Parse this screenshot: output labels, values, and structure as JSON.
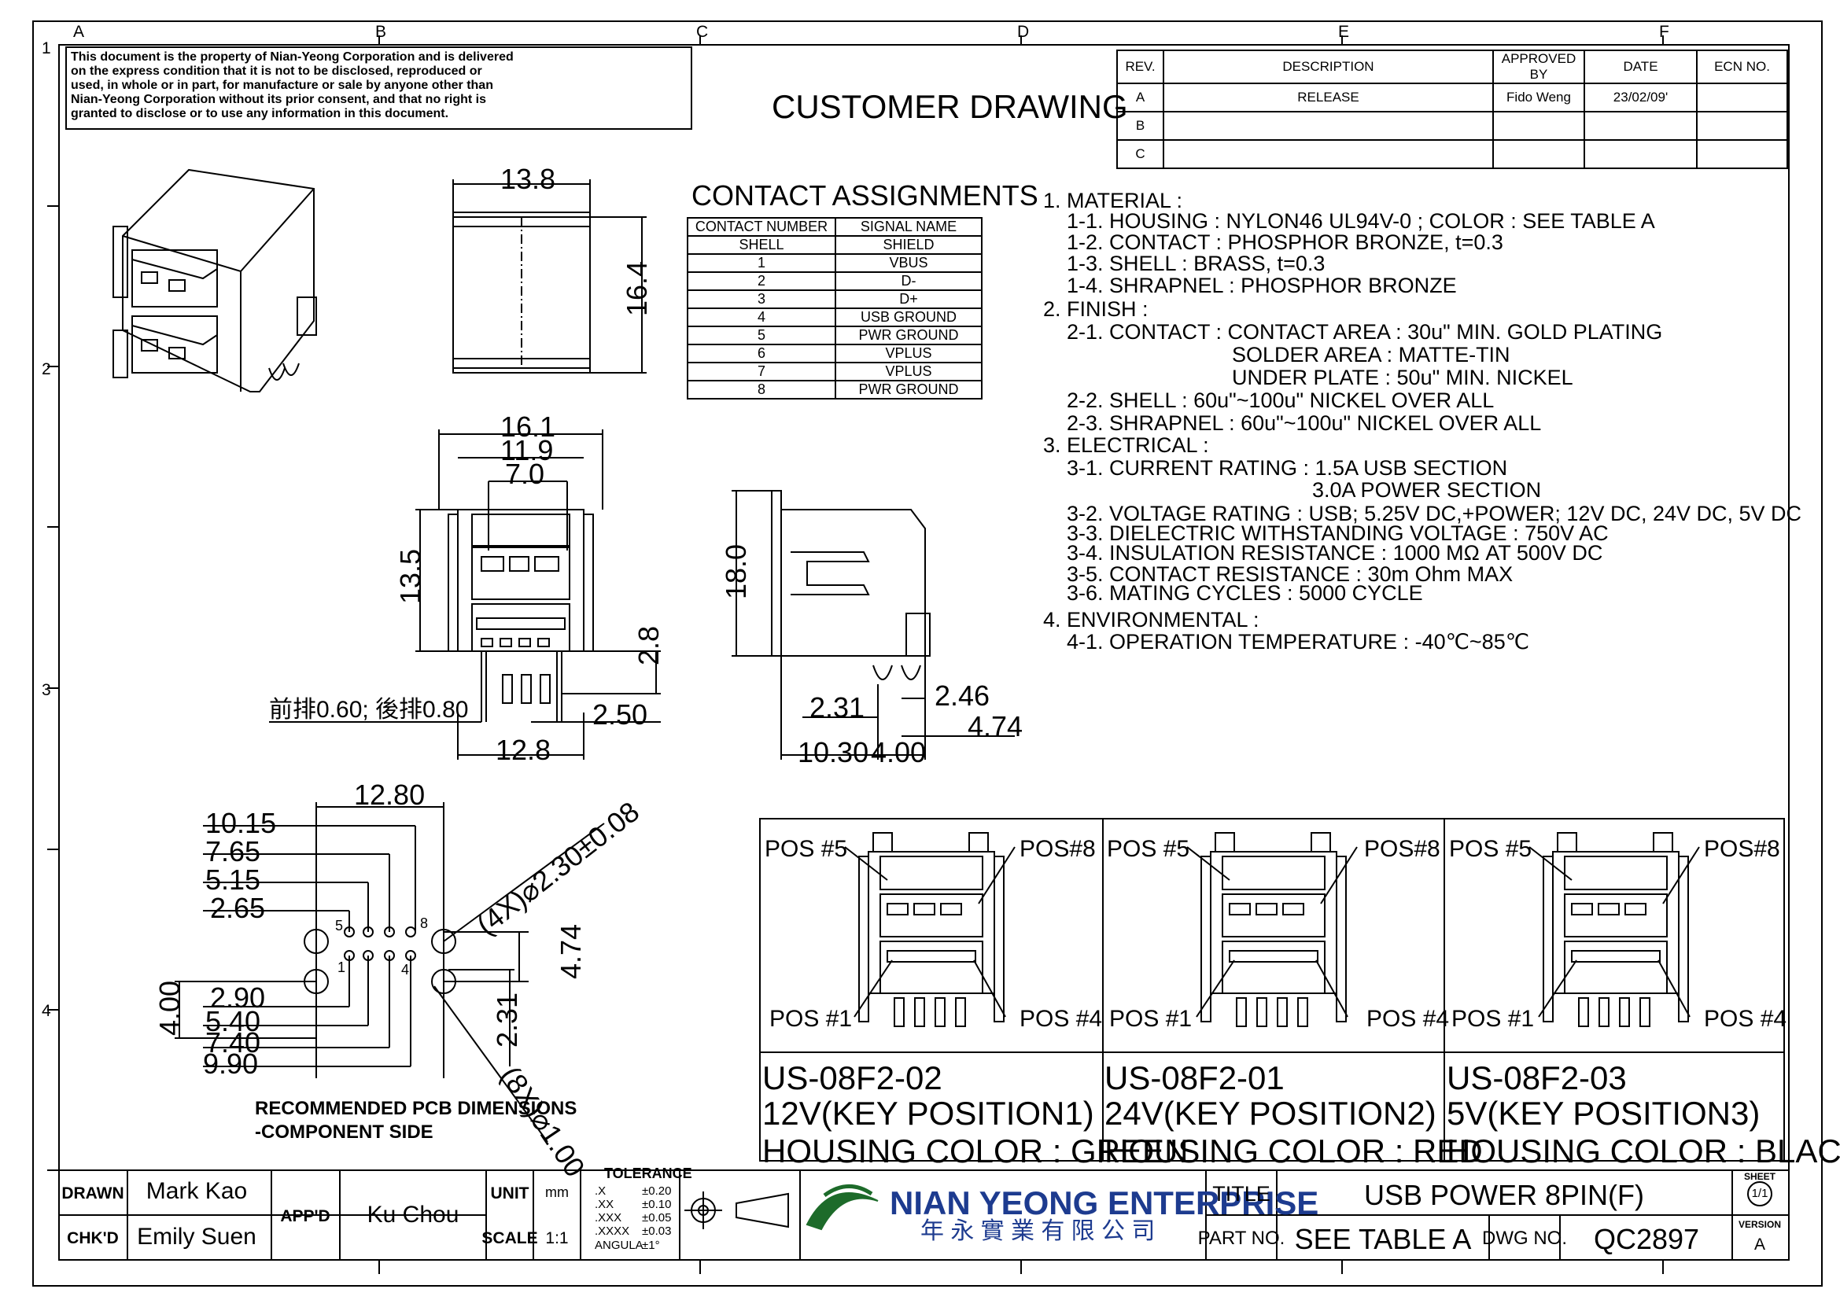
{
  "border": {
    "columns": [
      "A",
      "B",
      "C",
      "D",
      "E",
      "F"
    ],
    "rows": [
      "1",
      "2",
      "3",
      "4"
    ]
  },
  "disclaimer": [
    "This document is the property of Nian-Yeong Corporation and is delivered",
    "on  the  express condition that it is not to be disclosed, reproduced or",
    "used, in whole or in part, for manufacture or sale by anyone other than",
    "Nian-Yeong Corporation without  its prior consent, and that  no right  is",
    "granted to disclose or to use any information in this  document."
  ],
  "heading": "CUSTOMER  DRAWING",
  "revision_table": {
    "headers": [
      "REV.",
      "DESCRIPTION",
      "APPROVED BY",
      "DATE",
      "ECN NO."
    ],
    "rows": [
      {
        "rev": "A",
        "description": "RELEASE",
        "approved": "Fido Weng",
        "date": "23/02/09'",
        "ecn": ""
      },
      {
        "rev": "B",
        "description": "",
        "approved": "",
        "date": "",
        "ecn": ""
      },
      {
        "rev": "C",
        "description": "",
        "approved": "",
        "date": "",
        "ecn": ""
      }
    ]
  },
  "contact_assignments": {
    "title": "CONTACT  ASSIGNMENTS",
    "headers": [
      "CONTACT NUMBER",
      "SIGNAL NAME"
    ],
    "rows": [
      [
        "SHELL",
        "SHIELD"
      ],
      [
        "1",
        "VBUS"
      ],
      [
        "2",
        "D-"
      ],
      [
        "3",
        "D+"
      ],
      [
        "4",
        "USB GROUND"
      ],
      [
        "5",
        "PWR GROUND"
      ],
      [
        "6",
        "VPLUS"
      ],
      [
        "7",
        "VPLUS"
      ],
      [
        "8",
        "PWR GROUND"
      ]
    ]
  },
  "notes": [
    "1.  MATERIAL  :",
    "1-1.  HOUSING  :  NYLON46  UL94V-0  ;  COLOR  :  SEE  TABLE  A",
    "1-2.  CONTACT  :  PHOSPHOR  BRONZE,  t=0.3",
    "1-3.  SHELL  :  BRASS,  t=0.3",
    "1-4.  SHRAPNEL  :  PHOSPHOR  BRONZE",
    "2.  FINISH  :",
    "2-1.  CONTACT  :  CONTACT  AREA  :  30u\"  MIN.  GOLD  PLATING",
    "SOLDER  AREA  :  MATTE-TIN",
    "UNDER  PLATE  :  50u\"  MIN.  NICKEL",
    "2-2.  SHELL  :  60u\"~100u\"  NICKEL  OVER  ALL",
    "2-3.  SHRAPNEL  :  60u\"~100u\"  NICKEL  OVER  ALL",
    "3.  ELECTRICAL  :",
    "3-1.  CURRENT  RATING  :  1.5A  USB  SECTION",
    "3.0A  POWER  SECTION",
    "3-2.  VOLTAGE  RATING  :  USB;  5.25V  DC,+POWER;  12V  DC,  24V  DC,  5V  DC",
    "3-3.  DIELECTRIC  WITHSTANDING  VOLTAGE  :  750V  AC",
    "3-4.  INSULATION  RESISTANCE  :  1000  MΩ AT  500V  DC",
    "3-5.  CONTACT  RESISTANCE  :  30m  Ohm  MAX",
    "3-6.  MATING  CYCLES  :  5000  CYCLE",
    "4.  ENVIRONMENTAL  :",
    "4-1.  OPERATION  TEMPERATURE  :  -40℃~85℃"
  ],
  "dimensions": {
    "top_width": "13.8",
    "top_height": "16.4",
    "front_w1": "16.1",
    "front_w2": "11.9",
    "front_w3": "7.0",
    "front_h": "13.5",
    "front_pin": "2.8",
    "front_bottom": "12.8",
    "front_pitch": "2.50",
    "pin_note": "前排0.60;  後排0.80",
    "side_h": "18.0",
    "side_a": "2.31",
    "side_b": "2.46",
    "side_c": "4.74",
    "side_d": "10.30",
    "side_e": "4.00",
    "pcb_w": "12.80",
    "pcb_x1": "10.15",
    "pcb_x2": "7.65",
    "pcb_x3": "5.15",
    "pcb_x4": "2.65",
    "pcb_x5": "2.90",
    "pcb_x6": "5.40",
    "pcb_x7": "7.40",
    "pcb_x8": "9.90",
    "pcb_h": "4.00",
    "pcb_v1": "4.74",
    "pcb_v2": "2.31",
    "hole_4x": "(4X)⌀2.30±0.08",
    "hole_8x": "(8X)⌀1.00",
    "pin_labels": [
      "5",
      "8",
      "1",
      "4"
    ],
    "pcb_caption_1": "RECOMMENDED  PCB  DIMENSIONS",
    "pcb_caption_2": "-COMPONENT  SIDE"
  },
  "variants": [
    {
      "part": "US-08F2-02",
      "key": "12V(KEY  POSITION1)",
      "color": "HOUSING  COLOR  :  GREEN",
      "pos5": "POS  #5",
      "pos8": "POS#8",
      "pos1": "POS  #1",
      "pos4": "POS  #4"
    },
    {
      "part": "US-08F2-01",
      "key": "24V(KEY  POSITION2)",
      "color": "HOUSING  COLOR  :  RED",
      "pos5": "POS  #5",
      "pos8": "POS#8",
      "pos1": "POS  #1",
      "pos4": "POS  #4"
    },
    {
      "part": "US-08F2-03",
      "key": "5V(KEY  POSITION3)",
      "color": "HOUSING  COLOR  :  BLACK",
      "pos5": "POS  #5",
      "pos8": "POS#8",
      "pos1": "POS  #1",
      "pos4": "POS  #4"
    }
  ],
  "title_block": {
    "drawn_label": "DRAWN",
    "drawn": "Mark Kao",
    "checked_label": "CHK'D",
    "checked": "Emily Suen",
    "approved_label": "APP'D",
    "approved": "Ku Chou",
    "unit_label": "UNIT",
    "unit": "mm",
    "scale_label": "SCALE",
    "scale": "1:1",
    "tolerance_title": "TOLERANCE",
    "tolerances": [
      {
        "k": ".X",
        "v": "±0.20"
      },
      {
        "k": ".XX",
        "v": "±0.10"
      },
      {
        "k": ".XXX",
        "v": "±0.05"
      },
      {
        "k": ".XXXX",
        "v": "±0.03"
      },
      {
        "k": "ANGULA",
        "v": "±1°"
      }
    ],
    "company": "NIAN YEONG ENTERPRISE",
    "company_cn": "年 永 實 業 有 限 公 司",
    "title_label": "TITLE",
    "title": "USB  POWER  8PIN(F)",
    "part_label": "PART NO.",
    "part": "SEE  TABLE  A",
    "dwg_label": "DWG NO.",
    "dwg": "QC2897",
    "sheet_label": "SHEET",
    "sheet": "1/1",
    "version_label": "VERSION",
    "version": "A"
  }
}
